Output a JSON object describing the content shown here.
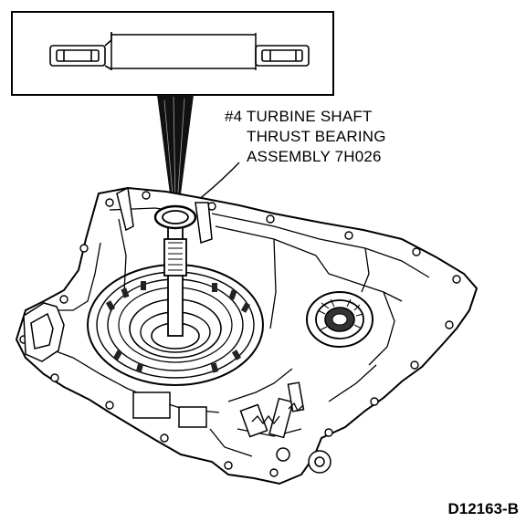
{
  "callout": {
    "line1": "#4 TURBINE SHAFT",
    "line2": "THRUST BEARING",
    "line3": "ASSEMBLY 7H026"
  },
  "figure_id": "D12163-B",
  "colors": {
    "ink": "#000000",
    "paper": "#ffffff",
    "shade": "#444444"
  }
}
